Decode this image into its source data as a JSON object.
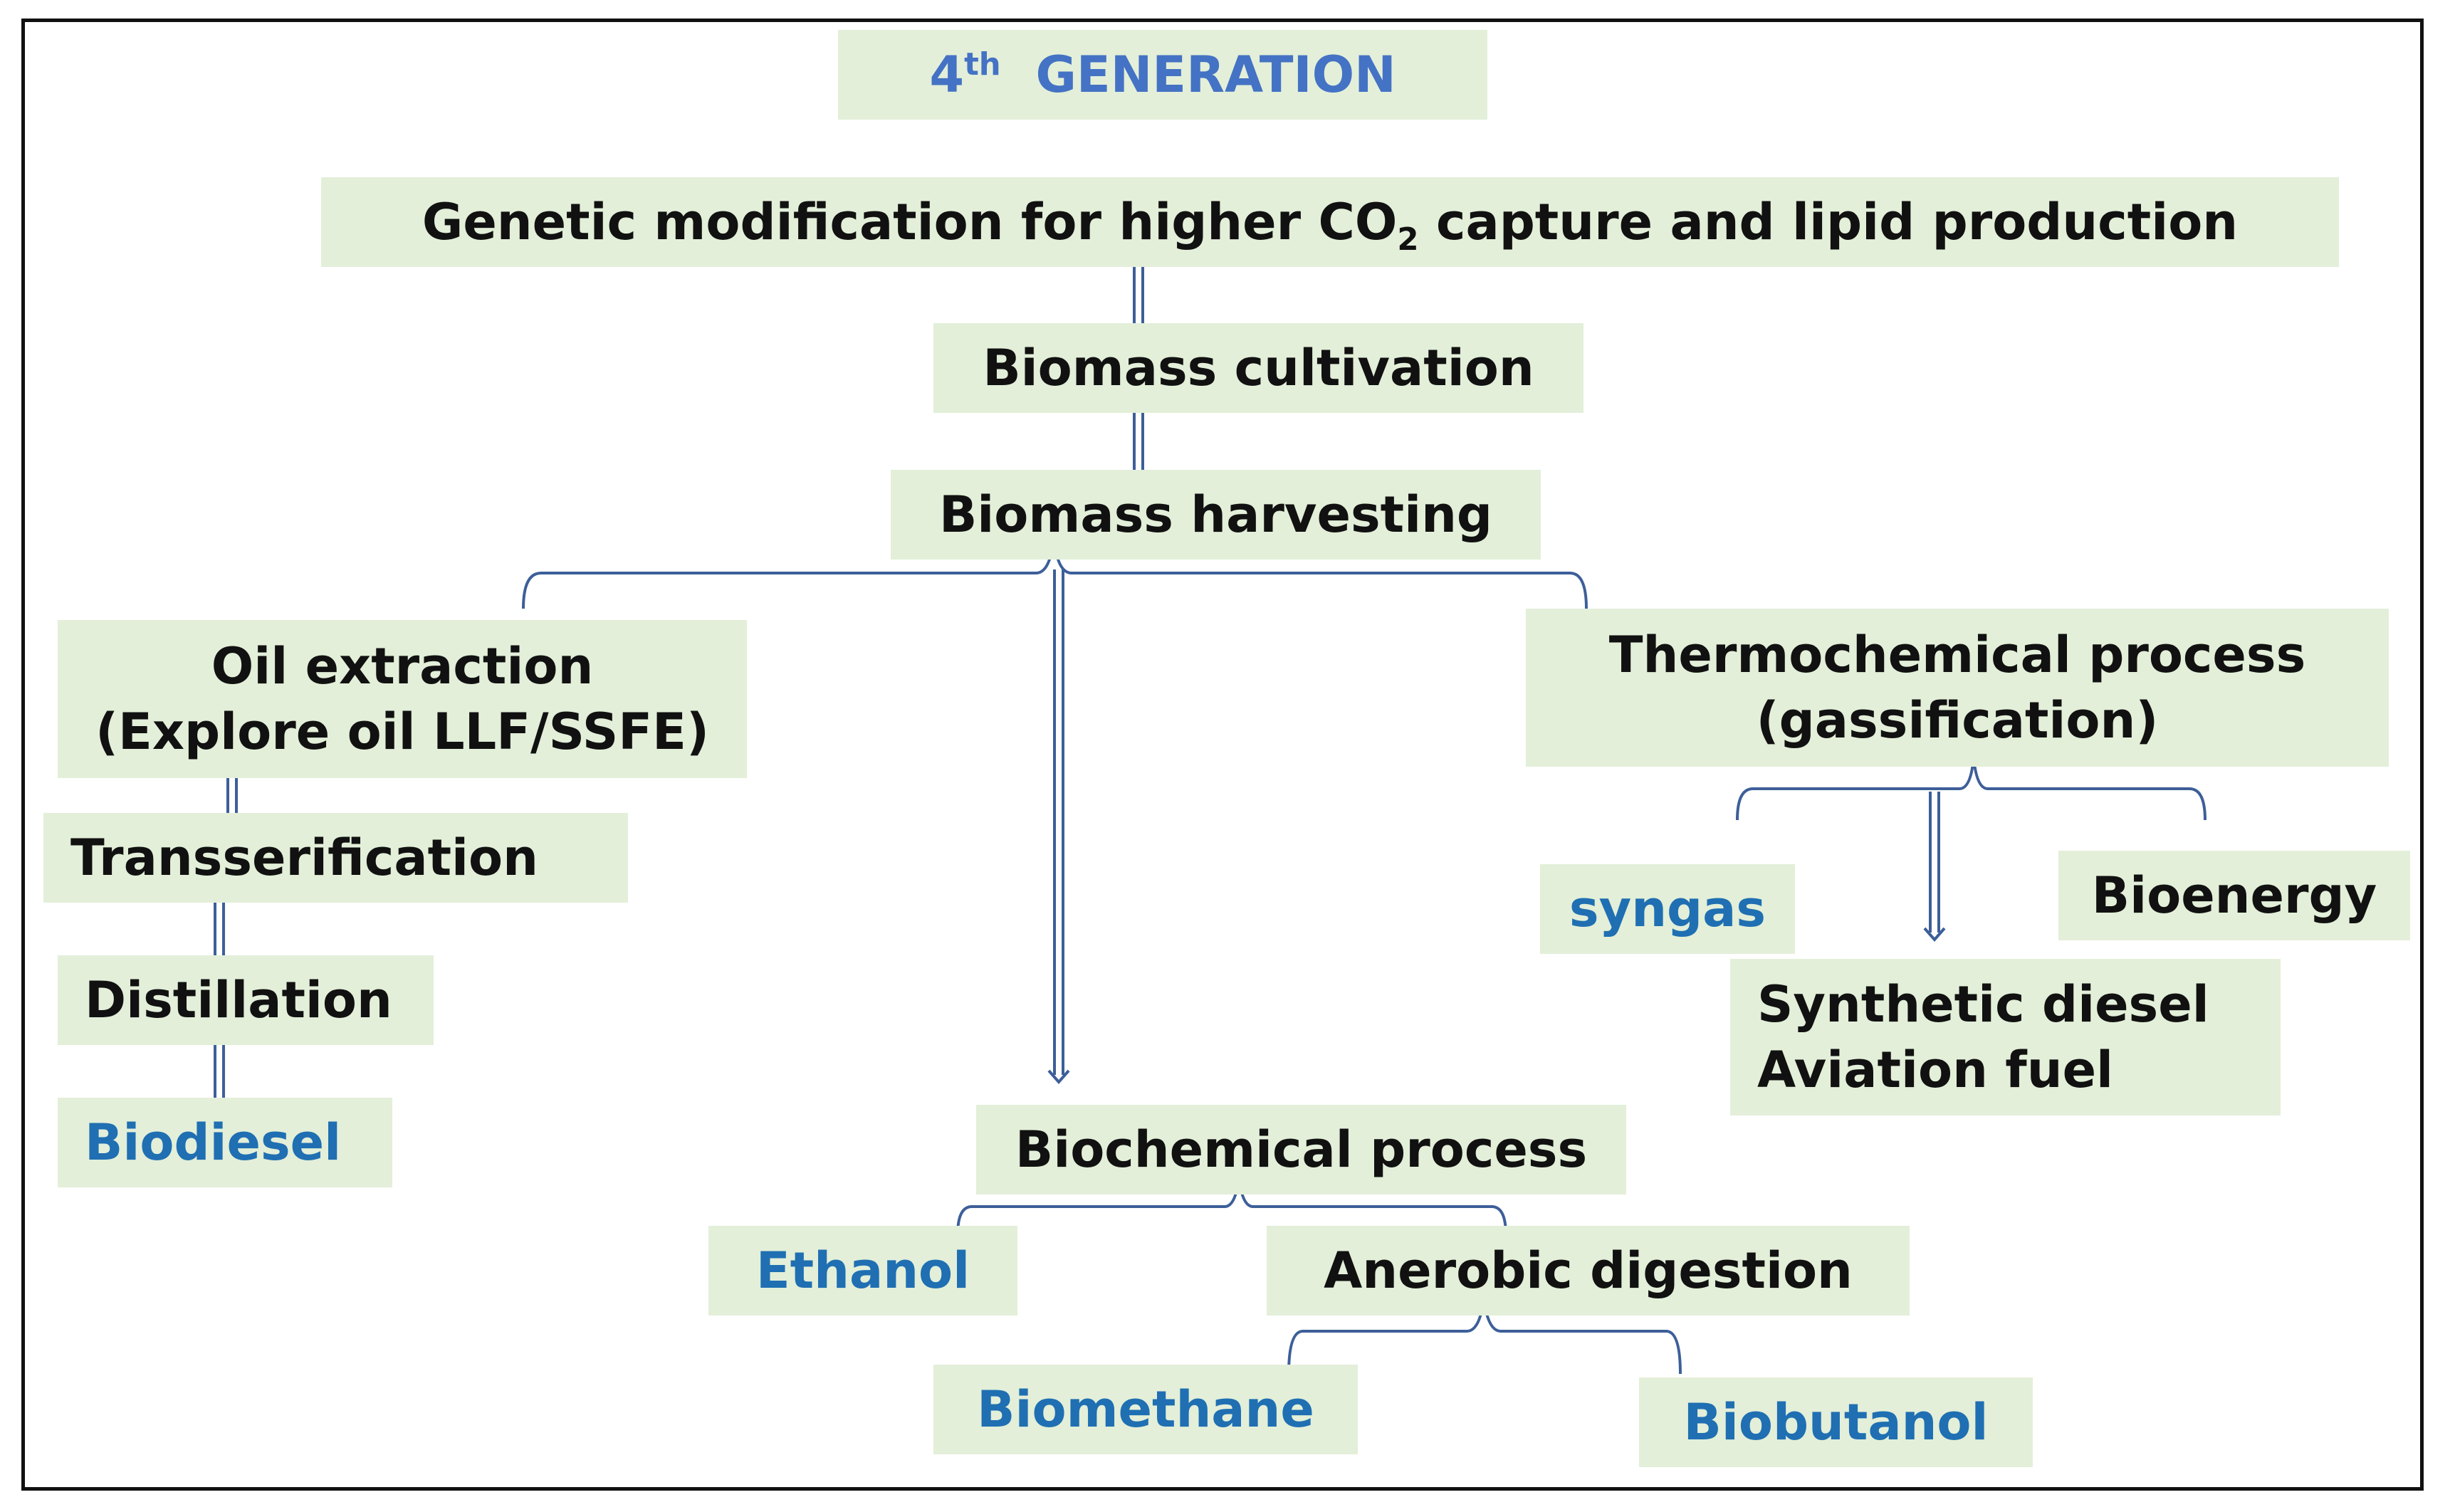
{
  "title": {
    "main": "4",
    "sup": "th",
    "rest": "GENERATION"
  },
  "genetic": {
    "before": "Genetic modification for higher CO",
    "sub": "2",
    "after": " capture and lipid production"
  },
  "cultivation": "Biomass cultivation",
  "harvesting": "Biomass harvesting",
  "oil_extraction": {
    "line1": "Oil extraction",
    "line2": "(Explore oil LLF/SSFE)"
  },
  "transserification": "Transserification",
  "distillation": "Distillation",
  "biodiesel": "Biodiesel",
  "thermochemical": {
    "line1": "Thermochemical process",
    "line2": "(gassification)"
  },
  "syngas": "syngas",
  "bioenergy": "Bioenergy",
  "synthetic": {
    "line1": "Synthetic diesel",
    "line2": "Aviation fuel"
  },
  "biochemical": "Biochemical process",
  "ethanol": "Ethanol",
  "anaerobic": "Anerobic digestion",
  "biomethane": "Biomethane",
  "biobutanol": "Biobutanol",
  "colors": {
    "box_fill": "#e3efd9",
    "connector": "#3d5f99",
    "blue_text": "#1f6fb2",
    "title_text": "#4472c4"
  }
}
